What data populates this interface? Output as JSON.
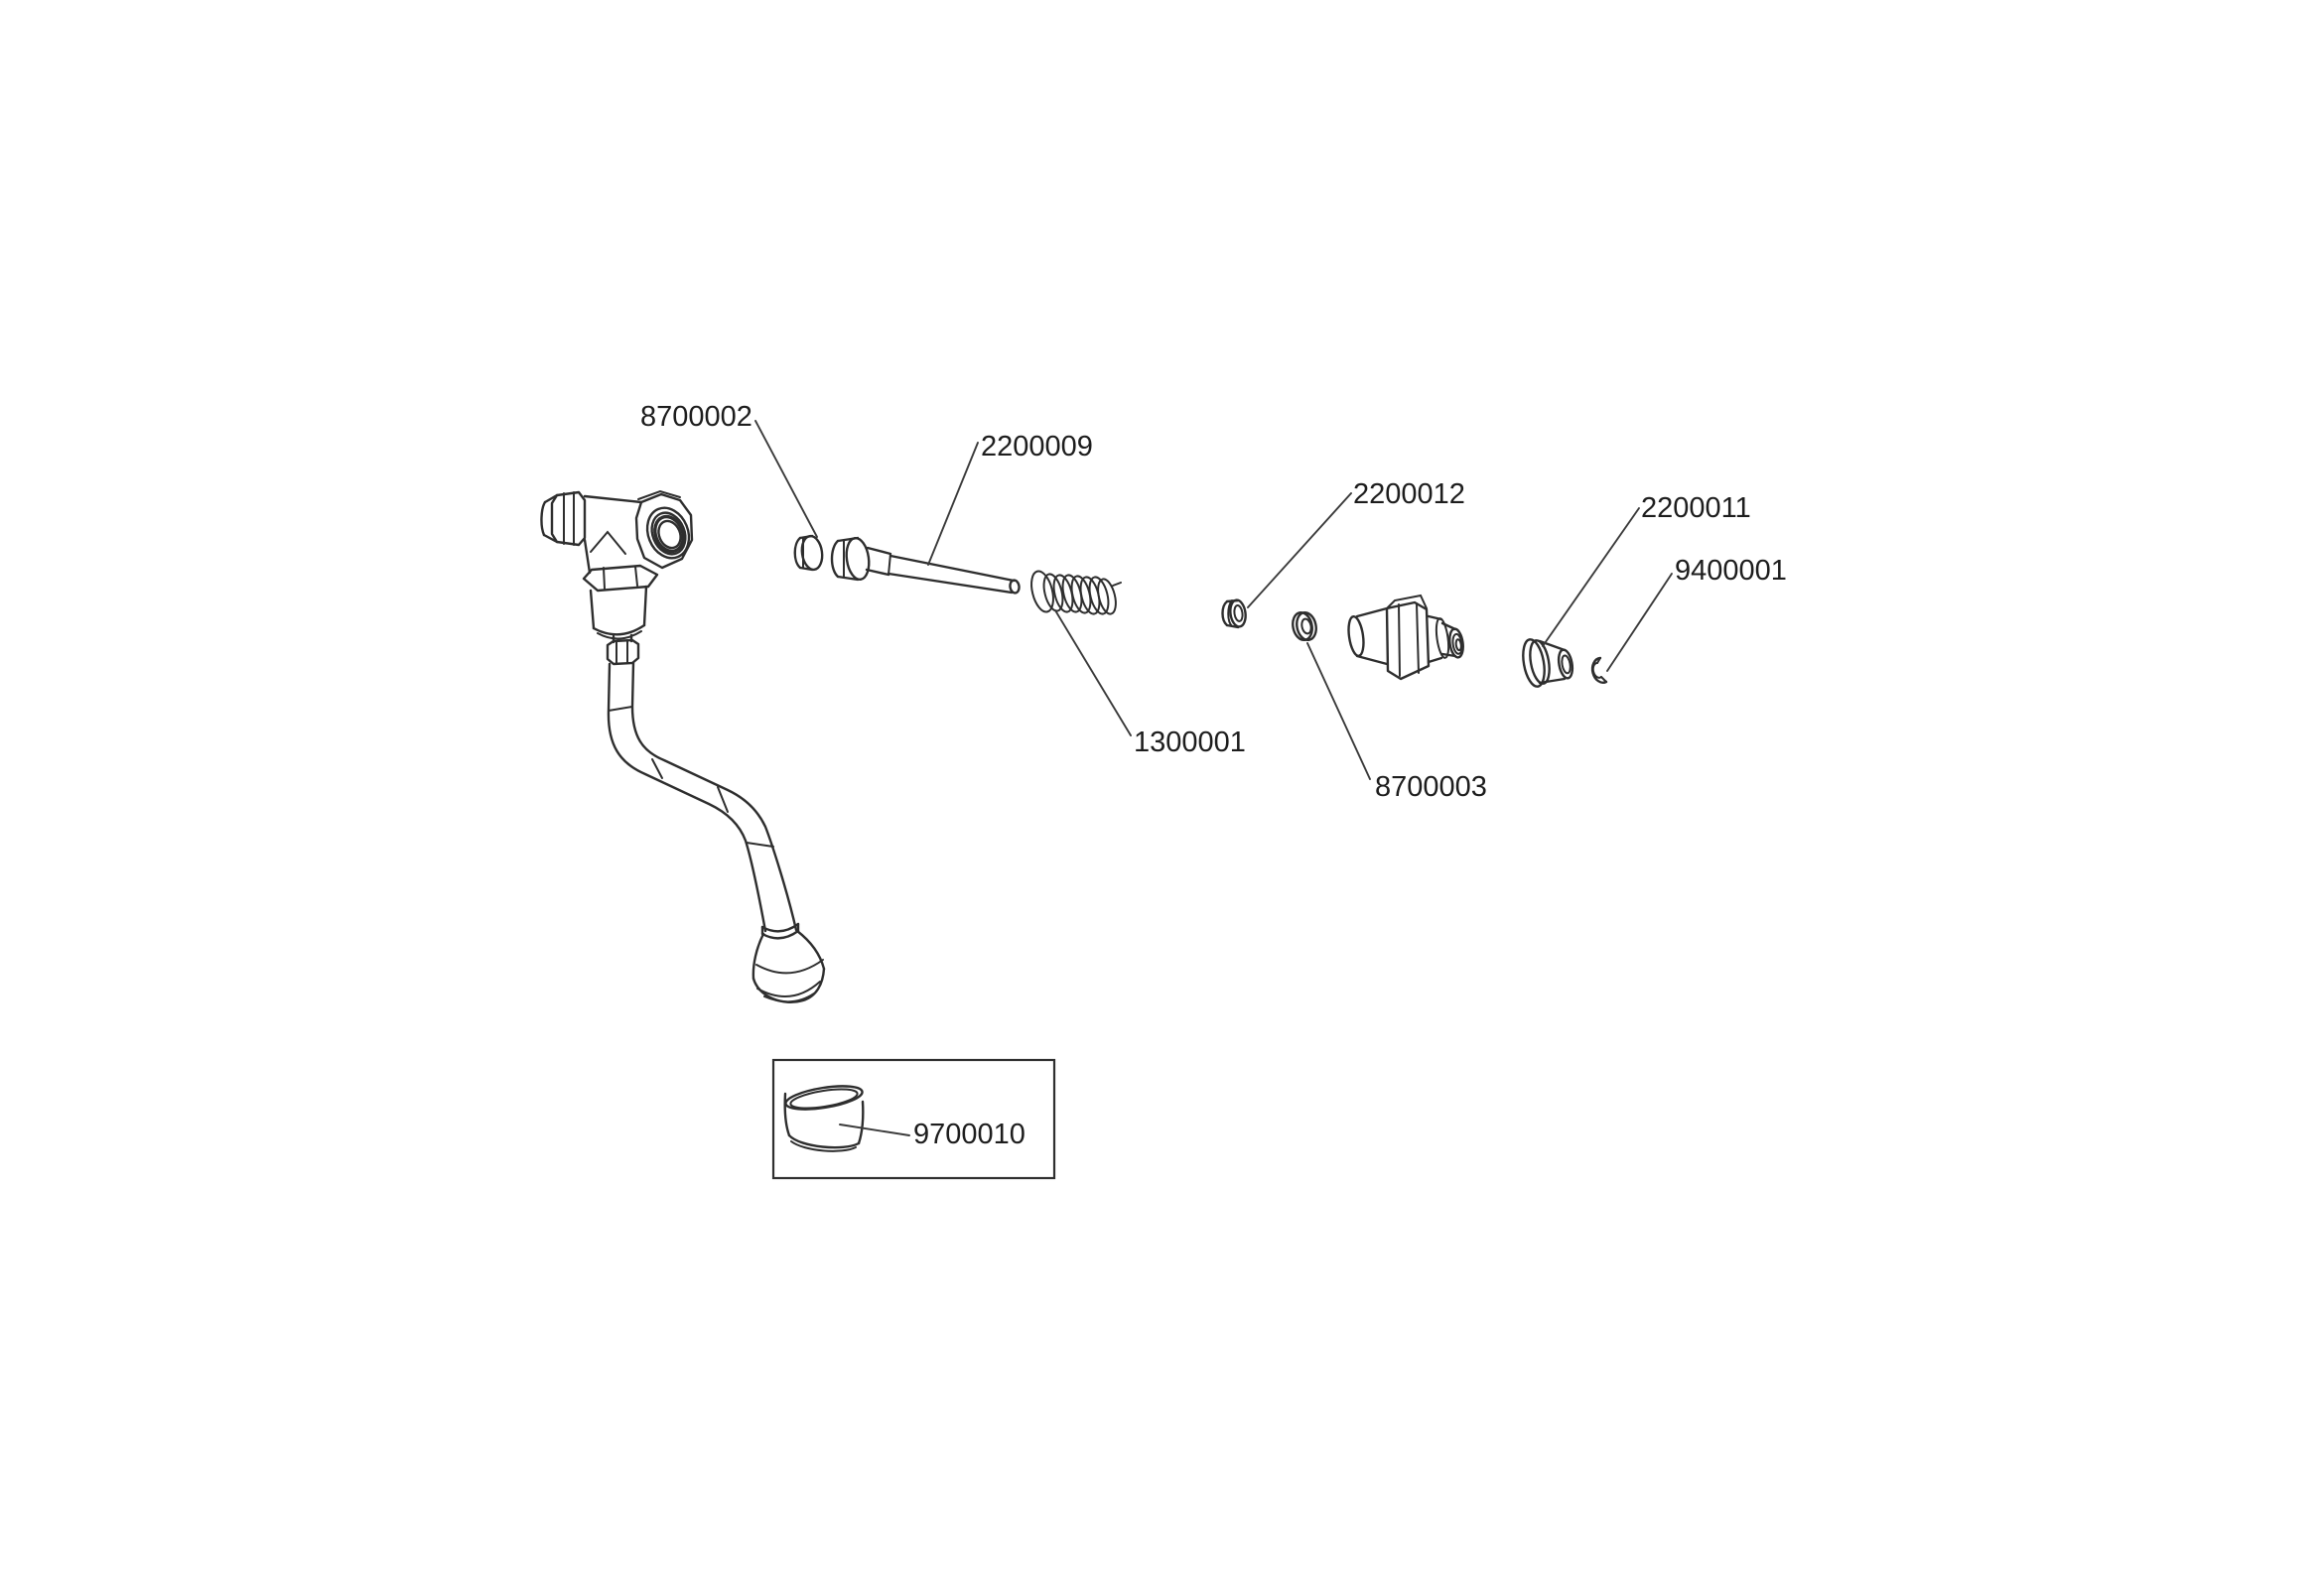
{
  "page": {
    "background_color": "#ffffff"
  },
  "diagram": {
    "kind": "exploded-parts-diagram",
    "line_color": "#2e2e2e",
    "label_color": "#1d1d1d",
    "parts": [
      {
        "label": "8700002"
      },
      {
        "label": "2200009"
      },
      {
        "label": "2200012"
      },
      {
        "label": "2200011"
      },
      {
        "label": "9400001"
      },
      {
        "label": "1300001"
      },
      {
        "label": "8700003"
      },
      {
        "label": "9700010"
      }
    ]
  }
}
